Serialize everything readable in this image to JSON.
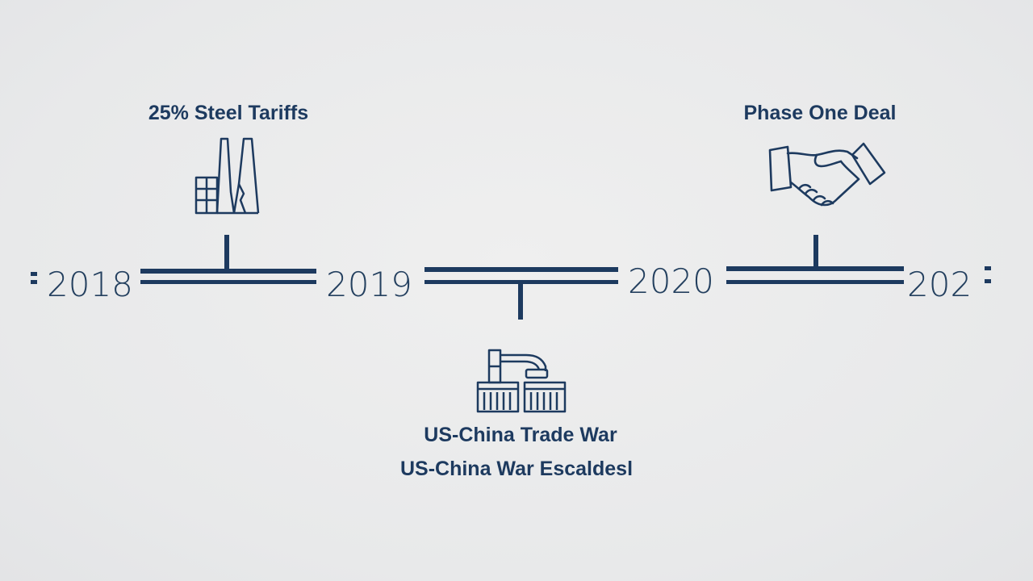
{
  "timeline": {
    "years": [
      "2018",
      "2019",
      "2020",
      "202"
    ],
    "accent_color": "#1d3a5f",
    "background_color": "#e9eaeb"
  },
  "events": {
    "steel_tariffs": {
      "label": "25% Steel Tariffs",
      "icon": "steel-factory-icon"
    },
    "trade_war": {
      "label_line1": "US-China Trade War",
      "label_line2": "US-China War Escaldesl",
      "icon": "shipping-containers-crane-icon"
    },
    "phase_one": {
      "label": "Phase One Deal",
      "icon": "handshake-icon"
    }
  }
}
